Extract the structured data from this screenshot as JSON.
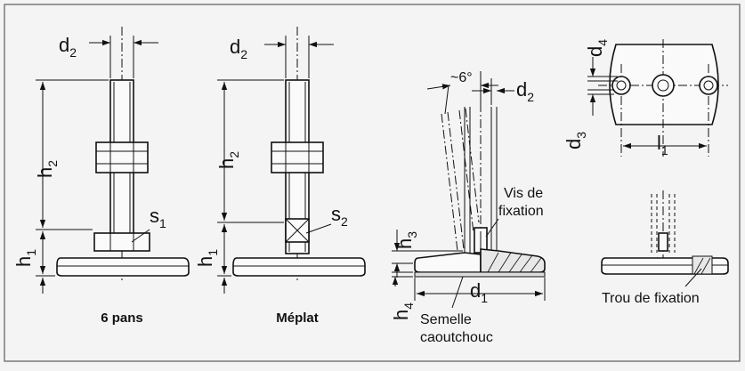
{
  "views": {
    "hex": {
      "caption": "6 pans",
      "d2": "d",
      "d2_sub": "2",
      "h2": "h",
      "h2_sub": "2",
      "h1": "h",
      "h1_sub": "1",
      "s1": "s",
      "s1_sub": "1"
    },
    "flat": {
      "caption": "Méplat",
      "d2": "d",
      "d2_sub": "2",
      "h2": "h",
      "h2_sub": "2",
      "h1": "h",
      "h1_sub": "1",
      "s2": "s",
      "s2_sub": "2"
    },
    "tilt": {
      "angle": "~6°",
      "d2": "d",
      "d2_sub": "2",
      "h3": "h",
      "h3_sub": "3",
      "h4": "h",
      "h4_sub": "4",
      "d1": "d",
      "d1_sub": "1",
      "screw_line1": "Vis de",
      "screw_line2": "fixation",
      "pad_line1": "Semelle",
      "pad_line2": "caoutchouc"
    },
    "plate": {
      "d4": "d",
      "d4_sub": "4",
      "d3": "d",
      "d3_sub": "3",
      "l1": "l",
      "l1_sub": "1"
    },
    "hole": {
      "label": "Trou de fixation"
    }
  },
  "colors": {
    "background": "#f4f4f4",
    "frame": "#7a7a7a",
    "line": "#111111"
  }
}
